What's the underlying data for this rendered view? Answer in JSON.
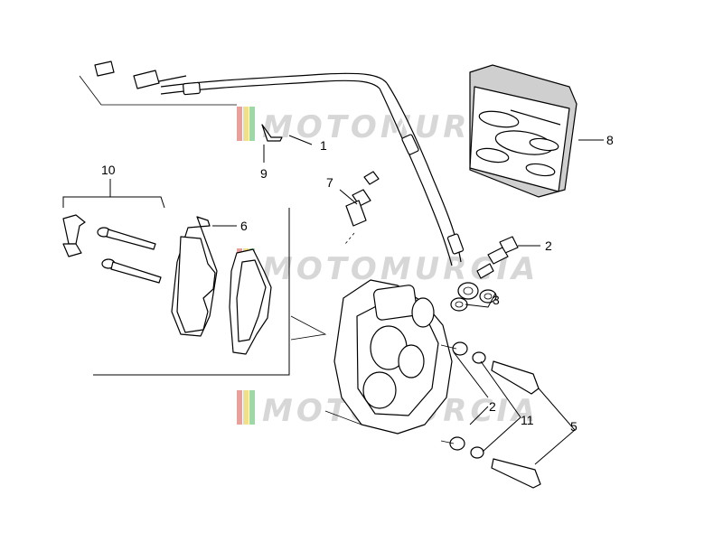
{
  "watermark": {
    "text": "MOTOMURCIA",
    "stripe_colors": [
      "#e8a09a",
      "#f0e08a",
      "#9ed8a8"
    ]
  },
  "callouts": [
    {
      "id": "1",
      "label": "1"
    },
    {
      "id": "2a",
      "label": "2"
    },
    {
      "id": "2b",
      "label": "2"
    },
    {
      "id": "3",
      "label": "3"
    },
    {
      "id": "5",
      "label": "5"
    },
    {
      "id": "6",
      "label": "6"
    },
    {
      "id": "7",
      "label": "7"
    },
    {
      "id": "8",
      "label": "8"
    },
    {
      "id": "9",
      "label": "9"
    },
    {
      "id": "10",
      "label": "10"
    },
    {
      "id": "11",
      "label": "11"
    }
  ]
}
